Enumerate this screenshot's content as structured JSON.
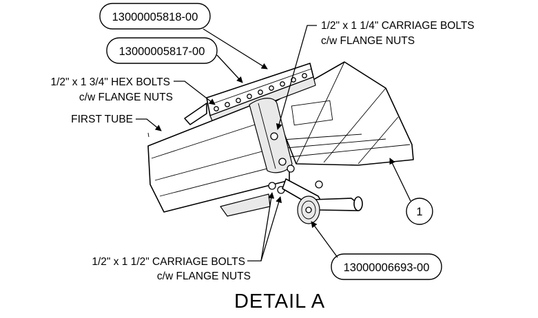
{
  "callouts": {
    "pn_top": "13000005818-00",
    "pn_second": "13000005817-00",
    "pn_crank": "13000006693-00",
    "item_number": "1"
  },
  "notes": {
    "carriage_quarter_line1": "1/2\" x 1 1/4\" CARRIAGE BOLTS",
    "carriage_quarter_line2": "c/w FLANGE NUTS",
    "hex_line1": "1/2\" x 1 3/4\" HEX BOLTS",
    "hex_line2": "c/w FLANGE NUTS",
    "first_tube": "FIRST TUBE",
    "carriage_half_line1": "1/2\" x 1 1/2\" CARRIAGE BOLTS",
    "carriage_half_line2": "c/w FLANGE NUTS"
  },
  "detail_title": "DETAIL  A"
}
